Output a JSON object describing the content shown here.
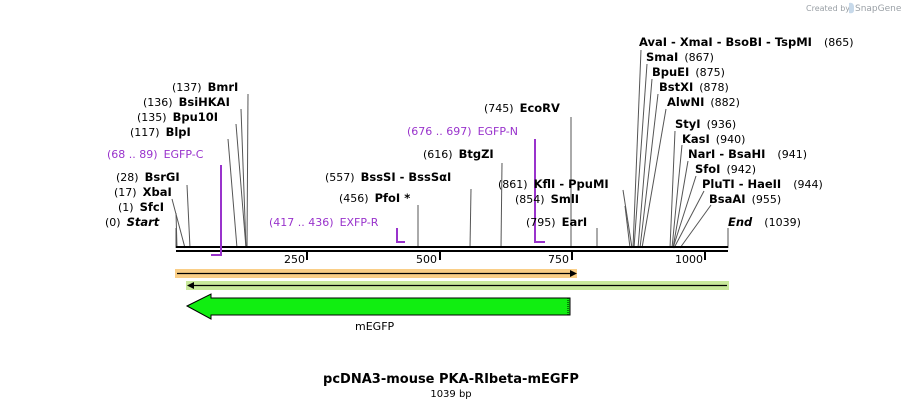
{
  "header": {
    "created_by": "Created by",
    "brand": "SnapGene"
  },
  "map": {
    "title": "pcDNA3-mouse PKA-RIbeta-mEGFP",
    "length_label": "1039 bp",
    "ticks": [
      "250",
      "500",
      "750",
      "1000"
    ]
  },
  "sites": {
    "start": {
      "pos": "(0)",
      "name": "Start"
    },
    "end": {
      "pos": "(1039)",
      "name": "End"
    },
    "sfci": {
      "pos": "(1)",
      "name": "SfcI"
    },
    "xbai": {
      "pos": "(17)",
      "name": "XbaI"
    },
    "bsrgi": {
      "pos": "(28)",
      "name": "BsrGI"
    },
    "blpi": {
      "pos": "(117)",
      "name": "BlpI"
    },
    "bpu10i": {
      "pos": "(135)",
      "name": "Bpu10I"
    },
    "bsihkai": {
      "pos": "(136)",
      "name": "BsiHKAI"
    },
    "bmri": {
      "pos": "(137)",
      "name": "BmrI"
    },
    "pfoi": {
      "pos": "(456)",
      "name": "PfoI *"
    },
    "bsssi": {
      "pos": "(557)",
      "name": "BssSI",
      "alt": "BssSαI"
    },
    "btgzi": {
      "pos": "(616)",
      "name": "BtgZI"
    },
    "ecorv": {
      "pos": "(745)",
      "name": "EcoRV"
    },
    "kfli": {
      "pos": "(861)",
      "name": "KflI",
      "alt": "PpuMI"
    },
    "smli": {
      "pos": "(854)",
      "name": "SmlI"
    },
    "eari": {
      "pos": "(795)",
      "name": "EarI"
    },
    "avai": {
      "pos": "(865)",
      "name": "AvaI",
      "alt1": "XmaI",
      "alt2": "BsoBI",
      "alt3": "TspMI"
    },
    "smai": {
      "pos": "(867)",
      "name": "SmaI"
    },
    "bpuei": {
      "pos": "(875)",
      "name": "BpuEI"
    },
    "bstxi": {
      "pos": "(878)",
      "name": "BstXI"
    },
    "alwni": {
      "pos": "(882)",
      "name": "AlwNI"
    },
    "styi": {
      "pos": "(936)",
      "name": "StyI"
    },
    "kasi": {
      "pos": "(940)",
      "name": "KasI"
    },
    "nari": {
      "pos": "(941)",
      "name": "NarI",
      "alt": "BsaHI"
    },
    "sfoi": {
      "pos": "(942)",
      "name": "SfoI"
    },
    "pluti": {
      "pos": "(944)",
      "name": "PluTI",
      "alt": "HaeII"
    },
    "bsaai": {
      "pos": "(955)",
      "name": "BsaAI"
    }
  },
  "primers": {
    "egfp_c": {
      "range": "(68 .. 89)",
      "name": "EGFP-C"
    },
    "exfp_r": {
      "range": "(417 .. 436)",
      "name": "EXFP-R"
    },
    "egfp_n": {
      "range": "(676 .. 697)",
      "name": "EGFP-N"
    }
  },
  "features": {
    "megfp": "mEGFP"
  },
  "colors": {
    "primer": "#9933cc",
    "feature_fill": "#11ee11",
    "orf_forward": "#f5a623",
    "orf_reverse": "#b6e07a"
  }
}
